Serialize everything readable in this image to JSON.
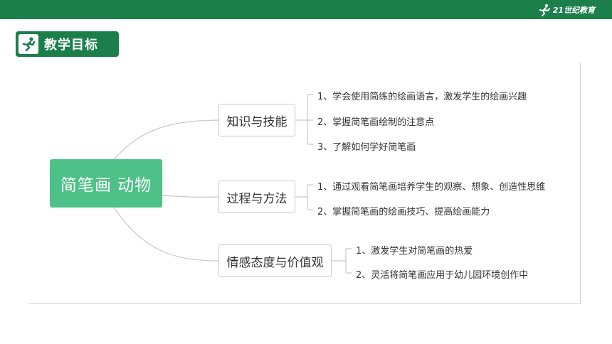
{
  "brand": {
    "text": "21世纪教育"
  },
  "title": {
    "text": "教学目标"
  },
  "mindmap": {
    "root": "简笔画 动物",
    "branches": [
      {
        "label": "知识与技能",
        "items": [
          "1、学会使用简练的绘画语言，激发学生的绘画兴趣",
          "2、掌握简笔画绘制的注意点",
          "3、了解如何学好简笔画"
        ]
      },
      {
        "label": "过程与方法",
        "items": [
          "1、通过观看简笔画培养学生的观察、想象、创造性思维",
          "2、掌握简笔画的绘画技巧、提高绘画能力"
        ]
      },
      {
        "label": "情感态度与价值观",
        "items": [
          "1、激发学生对简笔画的热爱",
          "2、灵活将简笔画应用于幼儿园环境创作中"
        ]
      }
    ]
  },
  "colors": {
    "header_green": "#1b7f4c",
    "root_green": "#4dc187",
    "connector_gray": "#c8c8c8"
  }
}
